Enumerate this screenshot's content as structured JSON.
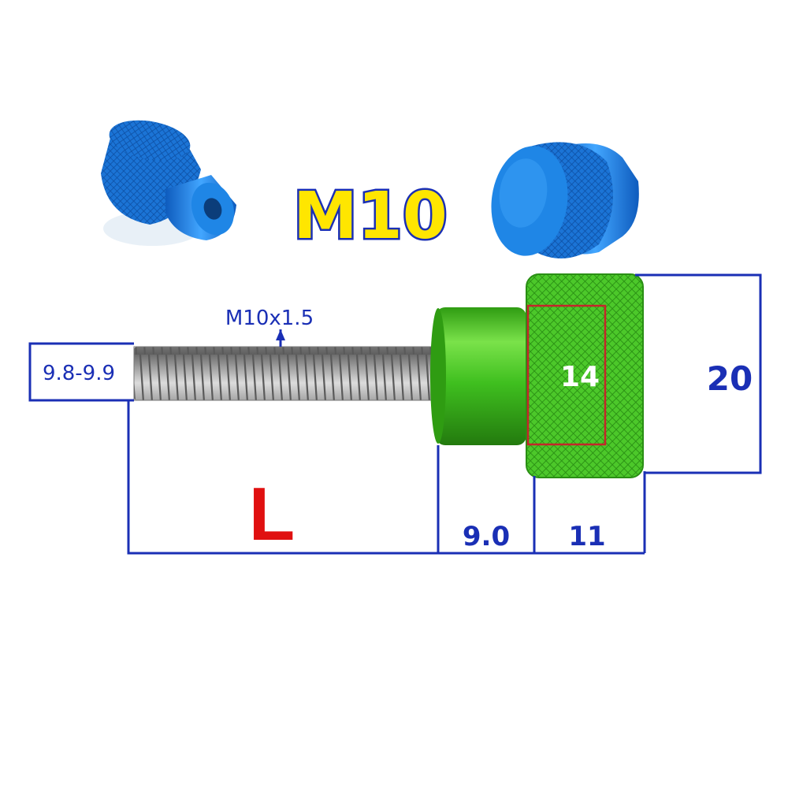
{
  "title": "M10",
  "thread_spec": "M10x1.5",
  "dimensions": {
    "thread_diameter": "9.8-9.9",
    "length": "L",
    "collar_length": "9.0",
    "knob_length": "11",
    "knob_height": "20",
    "inner_height": "14"
  },
  "colors": {
    "dimension_line": "#1a2fb5",
    "length_label": "#e01010",
    "title_fill": "#ffe600",
    "title_outline": "#1a2fb5",
    "knob_green": "#3fbf1f",
    "knob_blue": "#1a7fd8",
    "inner_box": "#c4262a",
    "thread_metal": "#8a8a8a"
  },
  "images": [
    {
      "name": "blue-knob-thread-side-image"
    },
    {
      "name": "blue-knob-flat-top-image"
    },
    {
      "name": "green-thumb-screw-image"
    }
  ]
}
